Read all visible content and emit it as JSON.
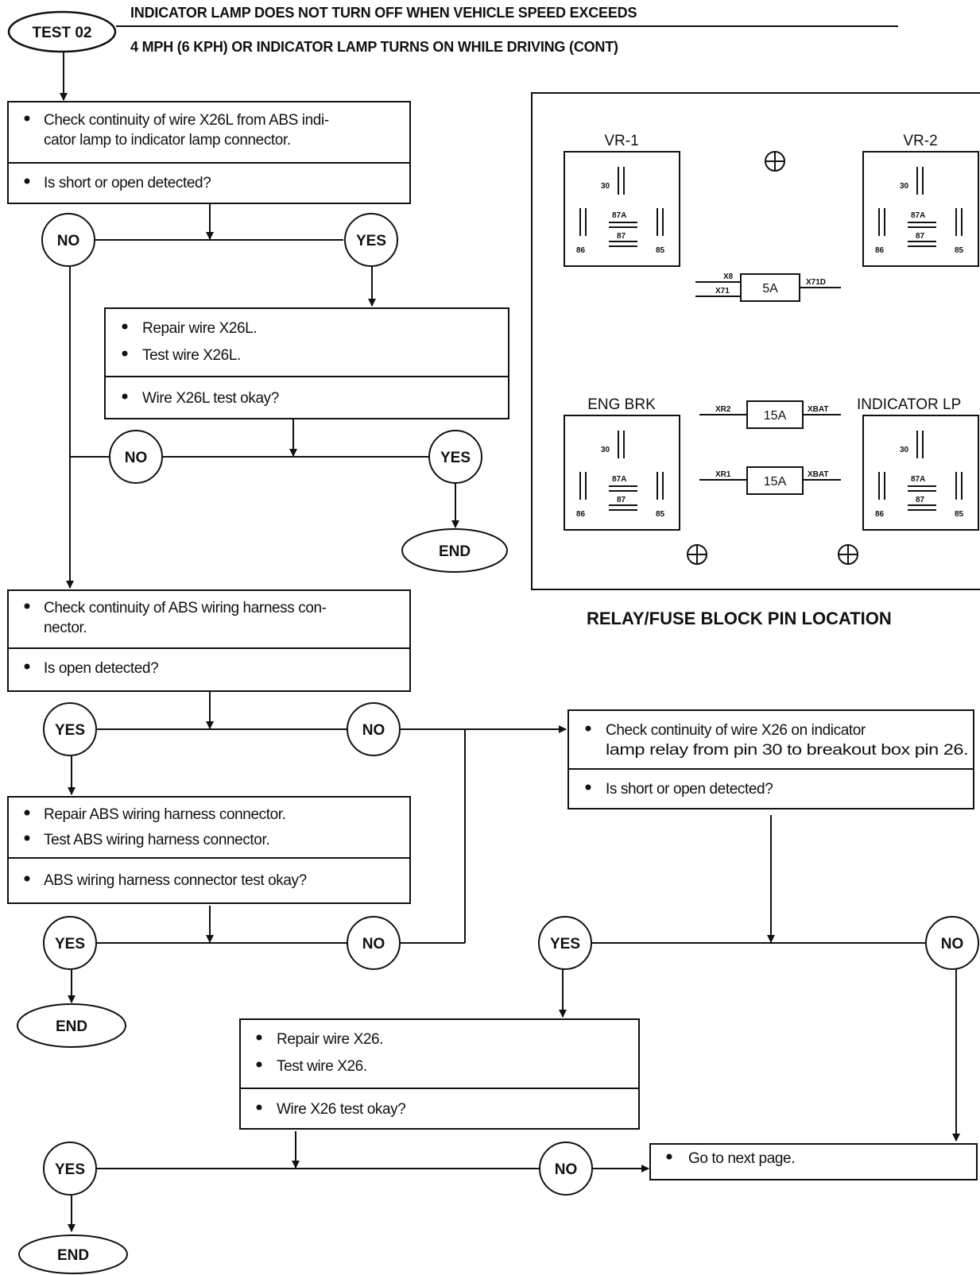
{
  "header": {
    "test_label": "TEST 02",
    "title_line1": "INDICATOR LAMP DOES NOT TURN OFF WHEN VEHICLE SPEED EXCEEDS",
    "title_line2": "4 MPH (6 KPH) OR INDICATOR LAMP TURNS ON WHILE DRIVING (CONT)"
  },
  "boxes": {
    "check_x26l": {
      "action_lines": [
        "Check continuity of wire X26L from ABS indi-",
        "cator lamp to indicator lamp connector."
      ],
      "question": "Is short or open detected?"
    },
    "repair_x26l": {
      "item1": "Repair wire X26L.",
      "item2": "Test wire X26L.",
      "question": "Wire X26L test okay?"
    },
    "check_harness": {
      "action_lines": [
        "Check continuity of ABS wiring harness con-",
        "nector."
      ],
      "question": "Is open detected?"
    },
    "repair_harness": {
      "item1": "Repair ABS wiring harness connector.",
      "item2": "Test ABS wiring harness connector.",
      "question": "ABS wiring harness connector test okay?"
    },
    "check_x26": {
      "action_lines": [
        "Check continuity of wire X26 on indicator",
        "lamp relay from pin 30 to breakout box pin 26."
      ],
      "question": "Is short or open detected?"
    },
    "repair_x26": {
      "item1": "Repair wire X26.",
      "item2": "Test wire X26.",
      "question": "Wire X26 test okay?"
    },
    "next_page": {
      "text": "Go to next page."
    }
  },
  "terminals": {
    "yes": "YES",
    "no": "NO",
    "end": "END"
  },
  "relay_block": {
    "caption": "RELAY/FUSE BLOCK PIN LOCATION",
    "relays": [
      {
        "id": "vr1",
        "label": "VR-1"
      },
      {
        "id": "vr2",
        "label": "VR-2"
      },
      {
        "id": "engbrk",
        "label": "ENG BRK"
      },
      {
        "id": "indlp",
        "label": "INDICATOR LP"
      }
    ],
    "pins": {
      "p30": "30",
      "p87a": "87A",
      "p87": "87",
      "p86": "86",
      "p85": "85"
    },
    "fuses": [
      {
        "id": "f5a",
        "rating": "5A",
        "left_top": "X8",
        "left_bottom": "X71",
        "right": "X71D"
      },
      {
        "id": "f15a_1",
        "rating": "15A",
        "left": "XR2",
        "right": "XBAT"
      },
      {
        "id": "f15a_2",
        "rating": "15A",
        "left": "XR1",
        "right": "XBAT"
      }
    ]
  }
}
